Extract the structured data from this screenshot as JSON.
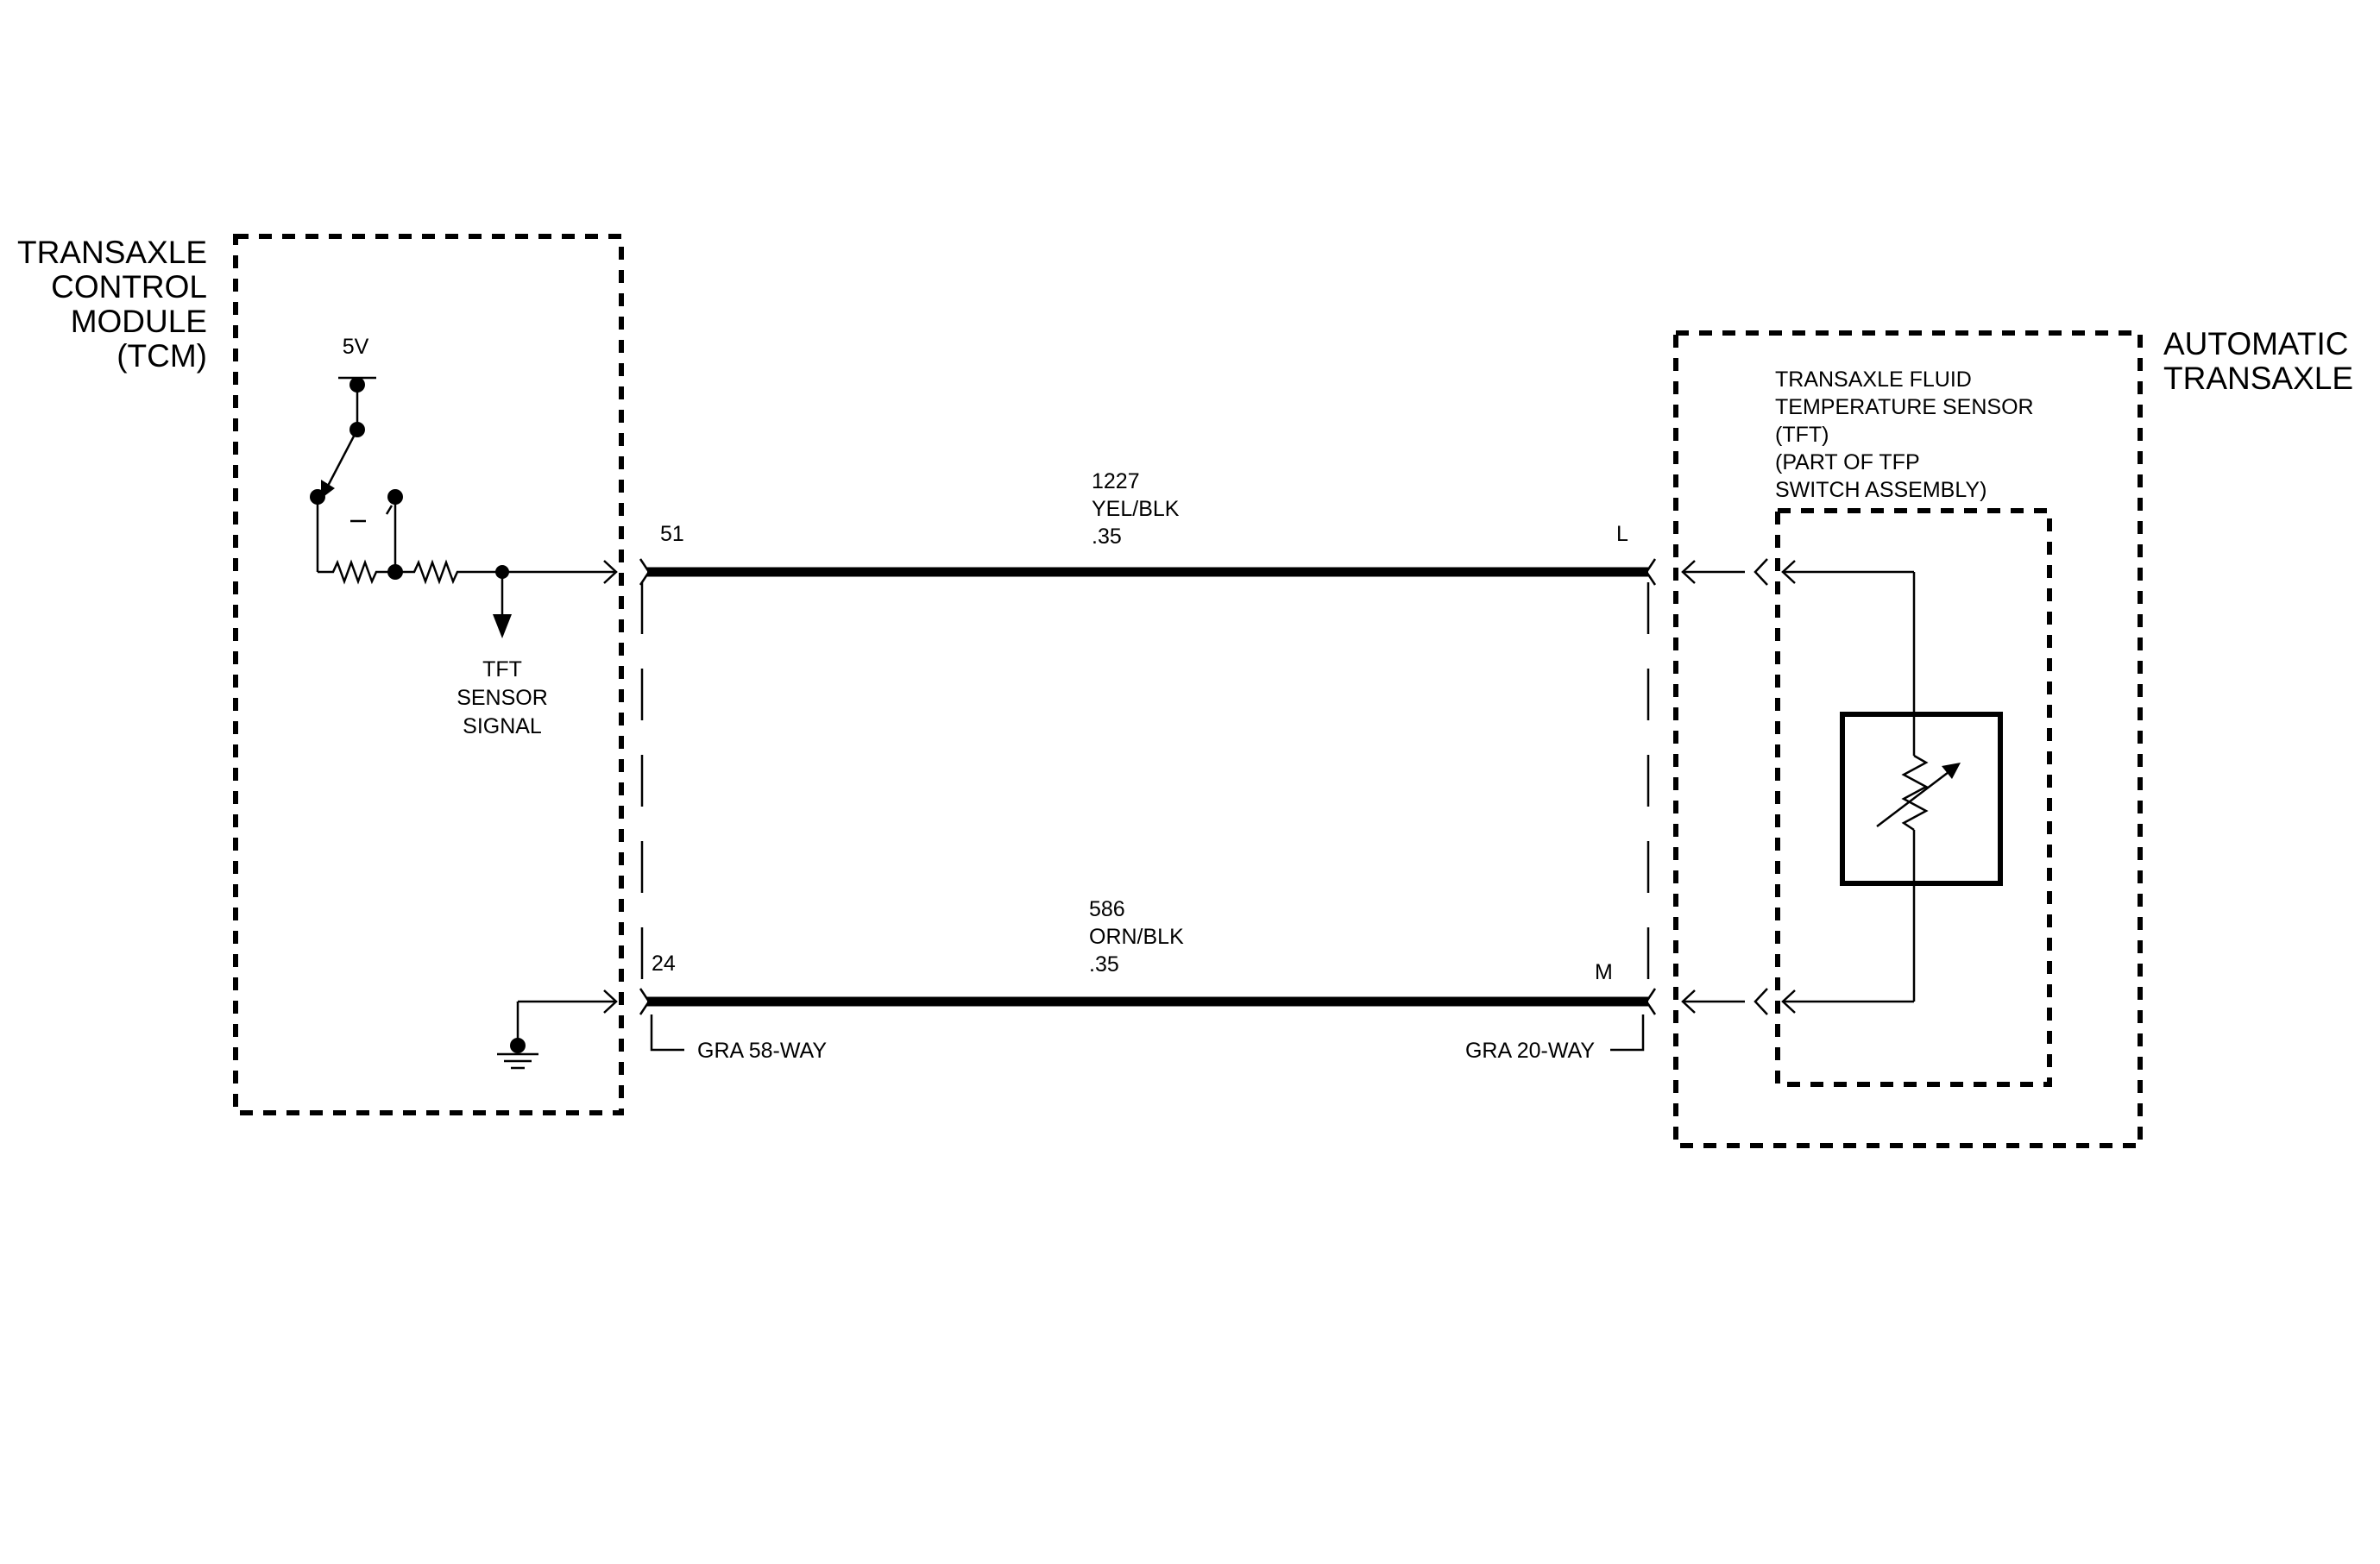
{
  "tcm": {
    "label_lines": [
      "TRANSAXLE",
      "CONTROL",
      "MODULE",
      "(TCM)"
    ],
    "supply": "5V",
    "signal_lines": [
      "TFT",
      "SENSOR",
      "SIGNAL"
    ]
  },
  "transaxle": {
    "label_lines": [
      "AUTOMATIC",
      "TRANSAXLE"
    ],
    "sensor_lines": [
      "TRANSAXLE FLUID",
      "TEMPERATURE SENSOR",
      "(TFT)",
      "(PART OF TFP",
      "SWITCH ASSEMBLY)"
    ]
  },
  "circuits": [
    {
      "circuit": "1227",
      "color": "YEL/BLK",
      "gauge": ".35",
      "tcm_pin": "51",
      "transaxle_pin": "L"
    },
    {
      "circuit": "586",
      "color": "ORN/BLK",
      "gauge": ".35",
      "tcm_pin": "24",
      "transaxle_pin": "M"
    }
  ],
  "connectors": {
    "tcm": "GRA 58-WAY",
    "transaxle": "GRA 20-WAY"
  }
}
